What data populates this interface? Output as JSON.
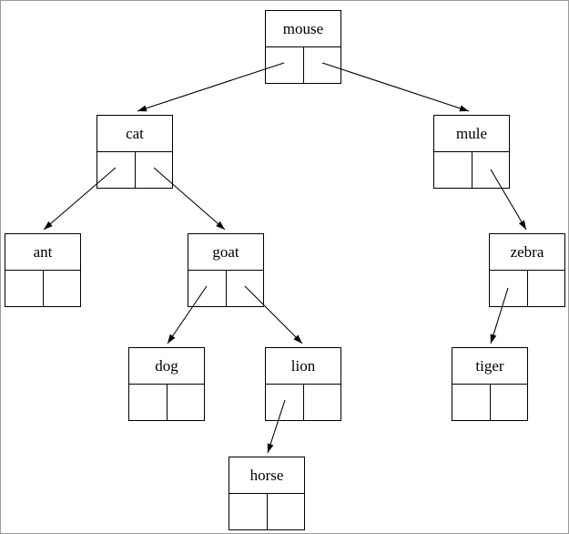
{
  "canvas": {
    "background": "#ffffff",
    "border_color": "#9a9a9a",
    "line_color": "#000000"
  },
  "tree": {
    "kind": "binary-tree-diagram",
    "nodes": {
      "mouse": {
        "label": "mouse"
      },
      "cat": {
        "label": "cat"
      },
      "mule": {
        "label": "mule"
      },
      "ant": {
        "label": "ant"
      },
      "goat": {
        "label": "goat"
      },
      "zebra": {
        "label": "zebra"
      },
      "dog": {
        "label": "dog"
      },
      "lion": {
        "label": "lion"
      },
      "tiger": {
        "label": "tiger"
      },
      "horse": {
        "label": "horse"
      }
    },
    "edges": [
      {
        "from": "mouse",
        "pointer": "left",
        "to": "cat"
      },
      {
        "from": "mouse",
        "pointer": "right",
        "to": "mule"
      },
      {
        "from": "cat",
        "pointer": "left",
        "to": "ant"
      },
      {
        "from": "cat",
        "pointer": "right",
        "to": "goat"
      },
      {
        "from": "mule",
        "pointer": "right",
        "to": "zebra"
      },
      {
        "from": "goat",
        "pointer": "left",
        "to": "dog"
      },
      {
        "from": "goat",
        "pointer": "right",
        "to": "lion"
      },
      {
        "from": "zebra",
        "pointer": "left",
        "to": "tiger"
      },
      {
        "from": "lion",
        "pointer": "left",
        "to": "horse"
      }
    ]
  }
}
